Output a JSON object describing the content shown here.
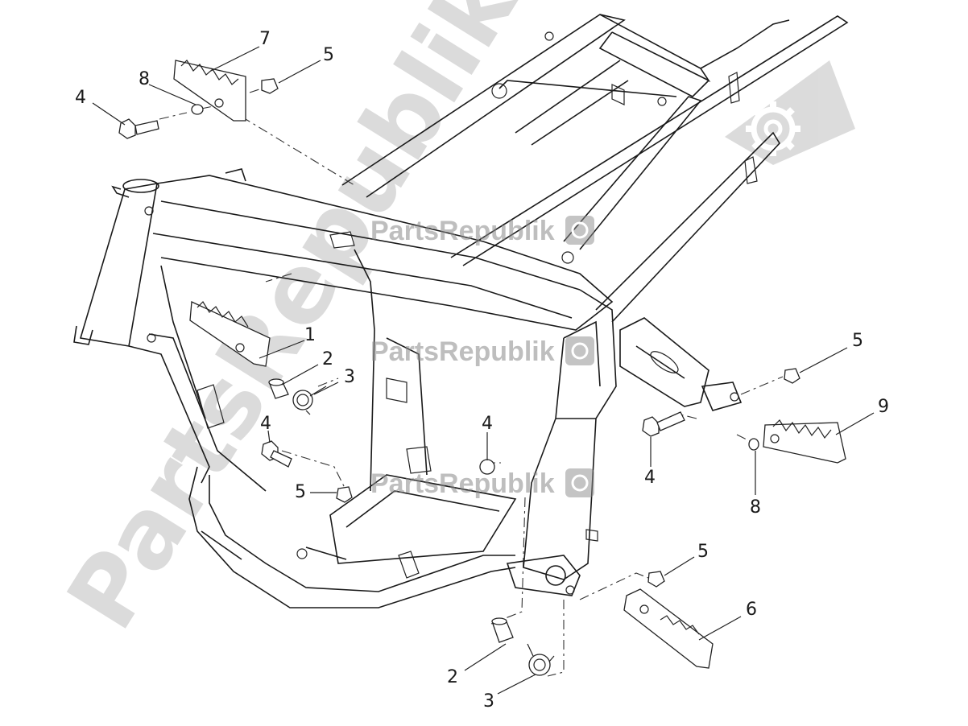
{
  "watermark": {
    "brand": "PartsRepublik",
    "brand_mark": "PartsRepublik"
  },
  "callouts": {
    "c1": "1",
    "c2a": "2",
    "c2b": "2",
    "c3a": "3",
    "c3b": "3",
    "c4a": "4",
    "c4b": "4",
    "c4c": "4",
    "c4d": "4",
    "c5a": "5",
    "c5b": "5",
    "c5c": "5",
    "c5d": "5",
    "c6": "6",
    "c7": "7",
    "c8a": "8",
    "c8b": "8",
    "c9": "9"
  },
  "icons": {
    "gear": "gear-icon"
  }
}
